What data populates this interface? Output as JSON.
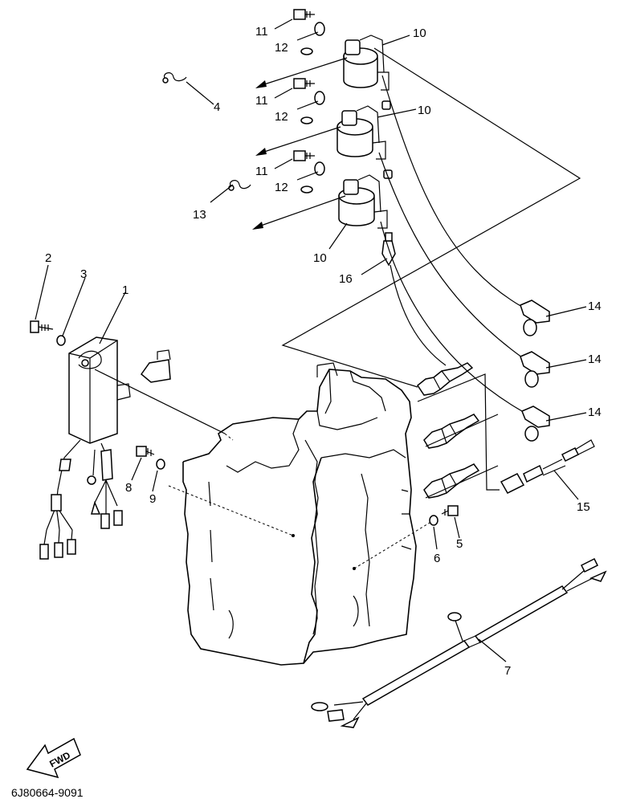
{
  "diagram": {
    "code": "6J80664-9091",
    "fwd": "FWD",
    "callouts": [
      {
        "id": "1",
        "text": "1"
      },
      {
        "id": "2",
        "text": "2"
      },
      {
        "id": "3",
        "text": "3"
      },
      {
        "id": "4",
        "text": "4"
      },
      {
        "id": "5",
        "text": "5"
      },
      {
        "id": "6",
        "text": "6"
      },
      {
        "id": "7",
        "text": "7"
      },
      {
        "id": "8",
        "text": "8"
      },
      {
        "id": "9",
        "text": "9"
      },
      {
        "id": "10a",
        "text": "10"
      },
      {
        "id": "10b",
        "text": "10"
      },
      {
        "id": "10c",
        "text": "10"
      },
      {
        "id": "11a",
        "text": "11"
      },
      {
        "id": "11b",
        "text": "11"
      },
      {
        "id": "11c",
        "text": "11"
      },
      {
        "id": "12a",
        "text": "12"
      },
      {
        "id": "12b",
        "text": "12"
      },
      {
        "id": "12c",
        "text": "12"
      },
      {
        "id": "13",
        "text": "13"
      },
      {
        "id": "14a",
        "text": "14"
      },
      {
        "id": "14b",
        "text": "14"
      },
      {
        "id": "14c",
        "text": "14"
      },
      {
        "id": "15",
        "text": "15"
      },
      {
        "id": "16",
        "text": "16"
      }
    ]
  }
}
